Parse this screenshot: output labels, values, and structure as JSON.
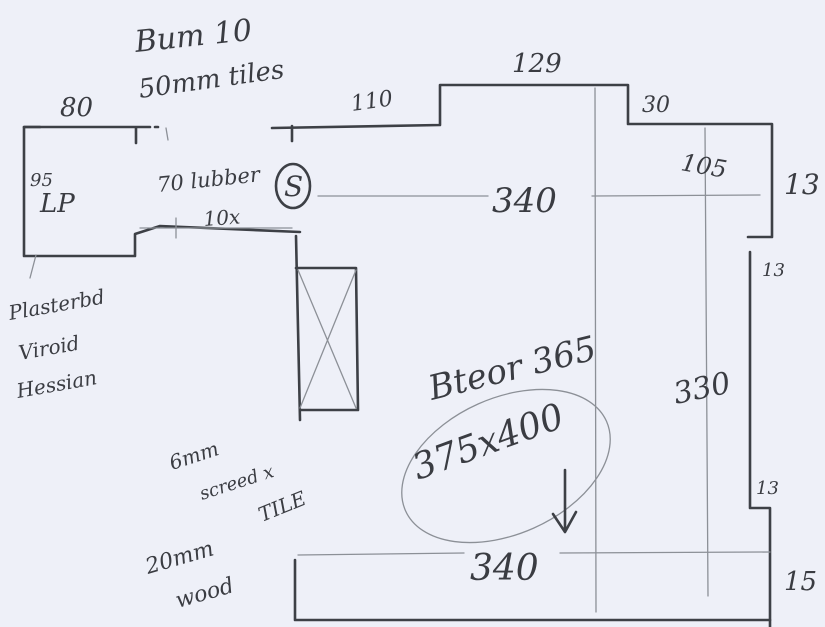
{
  "header": {
    "line1": "Bum 10",
    "line2": "50mm tiles"
  },
  "dimensions": {
    "top_left_width": "80",
    "top_mid_width": "110",
    "top_step_width": "129",
    "top_right_width": "30",
    "right_inner_width": "105",
    "right_upper": "13",
    "right_gap_upper": "13",
    "right_height": "330",
    "right_gap_lower": "13",
    "right_lower": "15",
    "upper_span": "340",
    "lower_span": "340",
    "cupboard_height": "95",
    "cupboard_gap": "10x"
  },
  "labels": {
    "cupboard": "LP",
    "wall_note": "70 lubber",
    "stack_symbol": "S",
    "plaster_line1": "Plasterbd",
    "plaster_line2": "Viroid",
    "plaster_line3": "Hessian",
    "room_title": "Bteor 365",
    "room_size": "375x400",
    "screed_line1": "6mm",
    "screed_line2": "screed x",
    "screed_line3": "TILE",
    "board_line1": "20mm",
    "board_line2": "wood"
  }
}
